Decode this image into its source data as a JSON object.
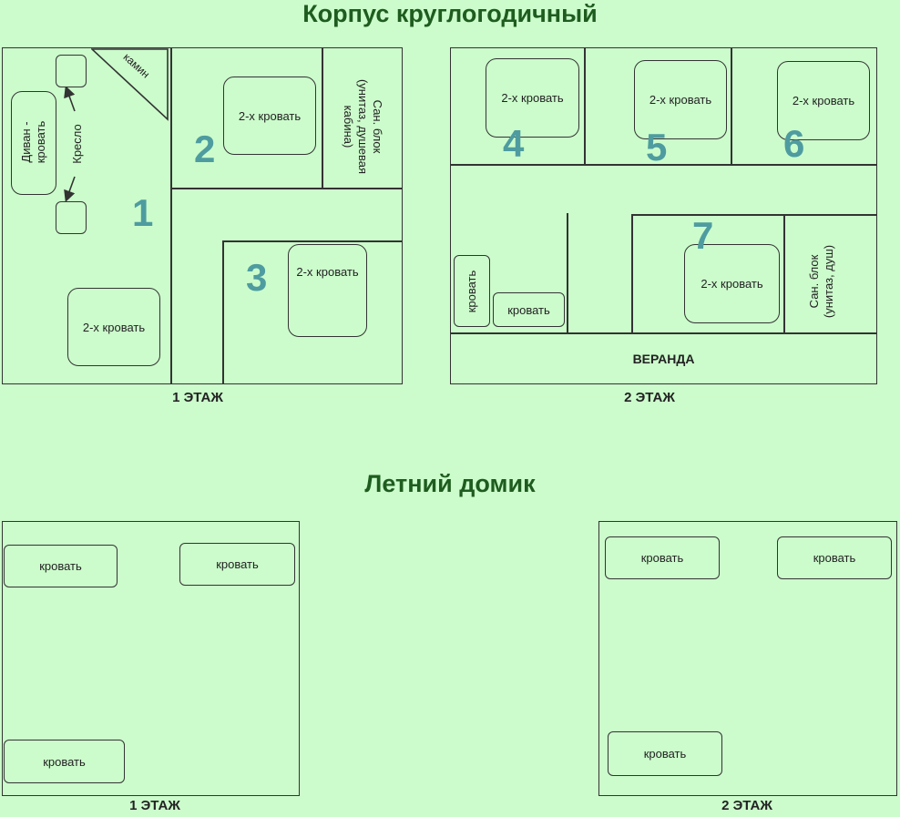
{
  "top": {
    "title": "Корпус круглогодичный",
    "floor1_label": "1 ЭТАЖ",
    "floor2_label": "2 ЭТАЖ",
    "sofa_bed": "Диван -\nкровать",
    "armchair": "Кресло",
    "fireplace": "камин",
    "double_bed": "2-х кровать",
    "bath_block_1": "Сан. блок\n(унитаз, душевая\nкабина)",
    "bath_block_2": "Сан. блок\n(унитаз, душ)",
    "bed": "кровать",
    "veranda": "ВЕРАНДА",
    "room_numbers": [
      "1",
      "2",
      "3",
      "4",
      "5",
      "6",
      "7"
    ]
  },
  "bottom": {
    "title": "Летний домик",
    "floor1_label": "1 ЭТАЖ",
    "floor2_label": "2 ЭТАЖ",
    "bed": "кровать"
  }
}
